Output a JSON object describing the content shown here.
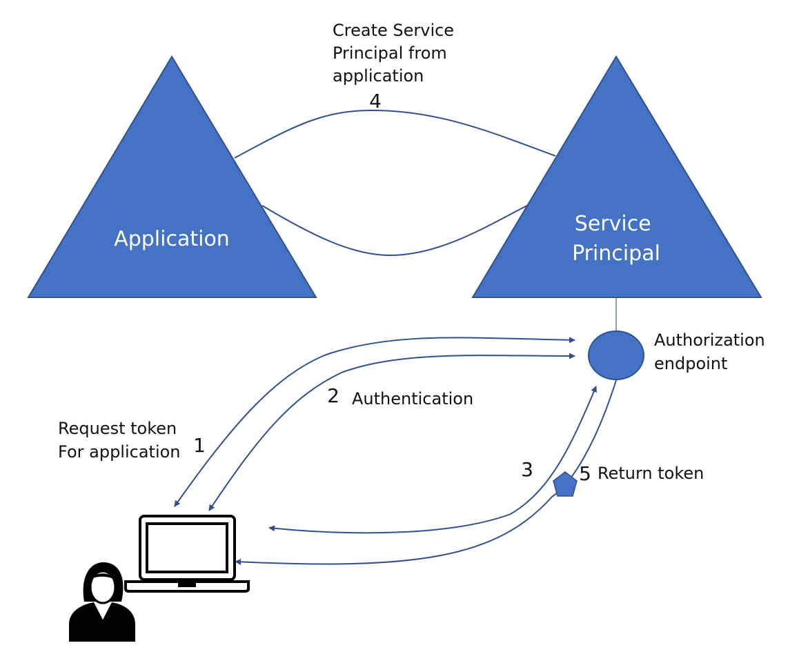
{
  "nodes": {
    "application": "Application",
    "service_principal": [
      "Service",
      "Principal"
    ],
    "authorization_endpoint": [
      "Authorization",
      "endpoint"
    ]
  },
  "steps": {
    "step1": {
      "number": "1",
      "label": [
        "Request token",
        "For application"
      ]
    },
    "step2": {
      "number": "2",
      "label": "Authentication"
    },
    "step3": {
      "number": "3"
    },
    "step4": {
      "number": "4",
      "label": [
        "Create Service",
        "Principal from",
        "application"
      ]
    },
    "step5": {
      "number": "5",
      "label": "Return token"
    }
  },
  "icons": {
    "laptop": "laptop-icon",
    "user": "user-icon",
    "token": "token-icon"
  },
  "colors": {
    "shape_fill": "#4472c4",
    "shape_stroke": "#2f528f",
    "connector": "#2f4f8f",
    "icon": "#000000"
  }
}
